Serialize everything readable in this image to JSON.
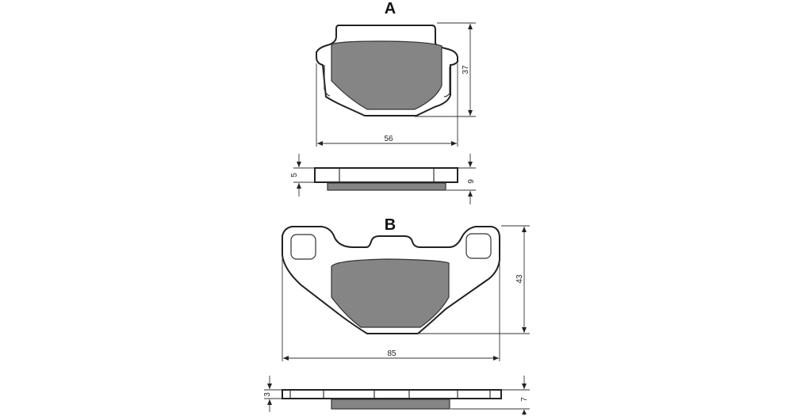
{
  "diagram": {
    "part_a": {
      "label": "A",
      "height": "37",
      "width": "56",
      "backing_thickness": "5",
      "total_thickness": "9"
    },
    "part_b": {
      "label": "B",
      "height": "43",
      "width": "85",
      "backing_thickness": "3",
      "total_thickness": "7"
    }
  }
}
